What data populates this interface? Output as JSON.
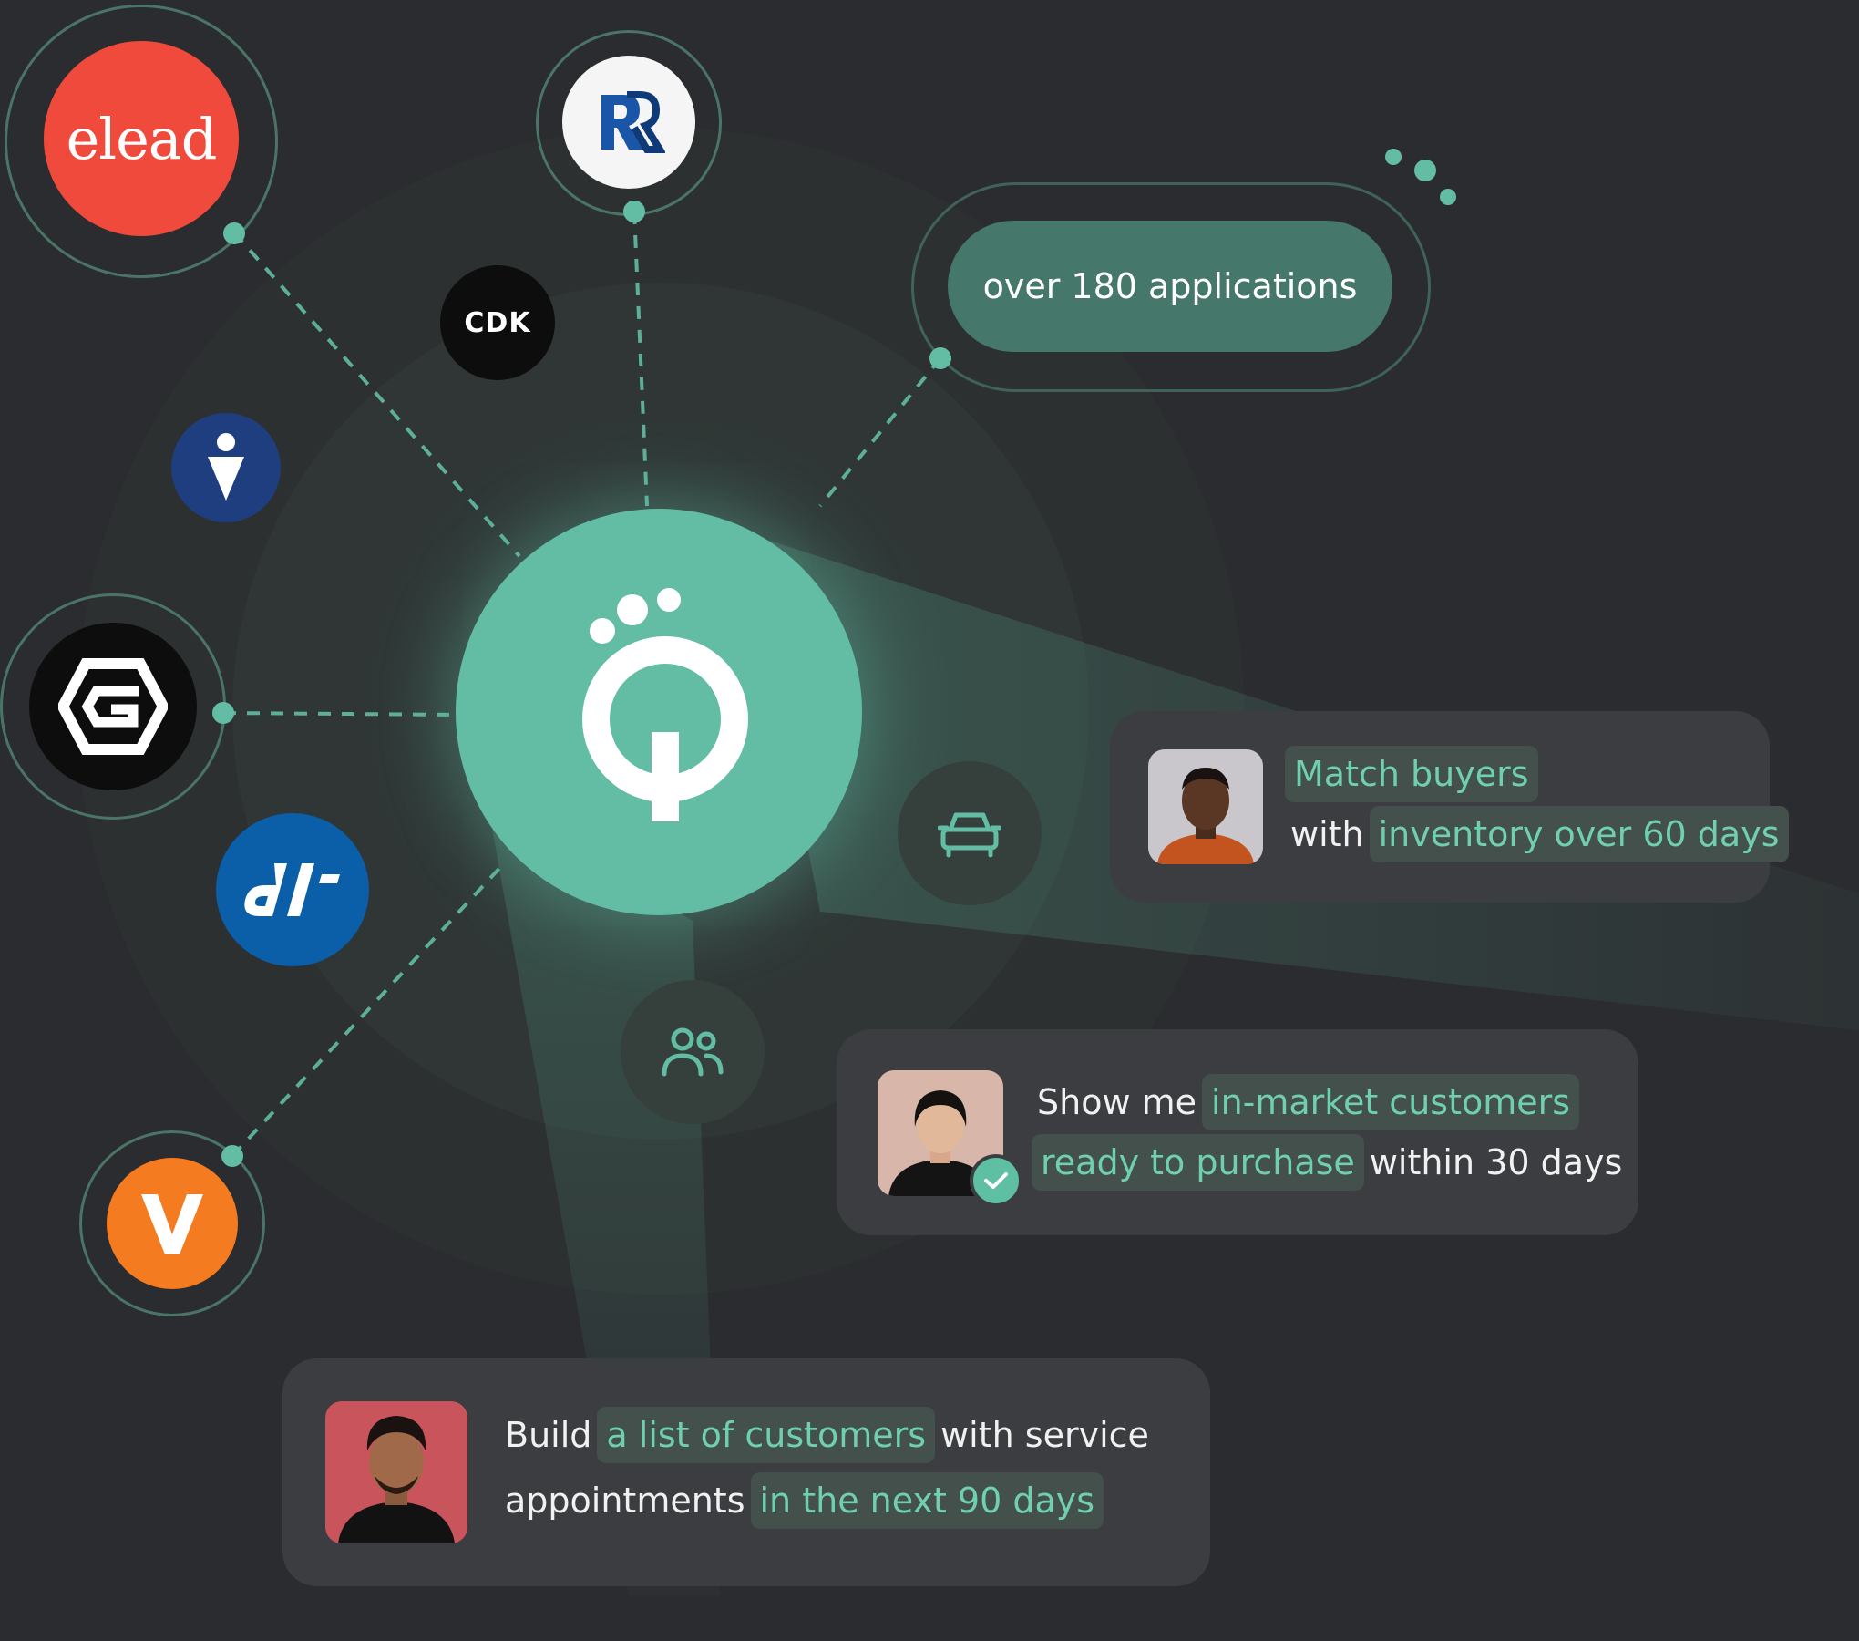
{
  "colors": {
    "background": "#2b2c2f",
    "accent": "#63bda5",
    "card": "#3b3d40",
    "highlight_text": "#6fcfb0"
  },
  "hub": {
    "icon": "q-brand-icon"
  },
  "integrations": [
    {
      "name": "elead",
      "label": "elead",
      "color": "#f04a3c"
    },
    {
      "name": "reynolds",
      "icon": "r-logo-icon",
      "color": "#f5f5f5"
    },
    {
      "name": "cdk",
      "label": "CDK",
      "color": "#0d0d0d"
    },
    {
      "name": "info-logo",
      "icon": "person-pin-icon",
      "color": "#1f3e80"
    },
    {
      "name": "hexagon-logo",
      "icon": "hexagon-g-icon",
      "color": "#0d0d0d"
    },
    {
      "name": "dealer-logo",
      "icon": "dl-logo-icon",
      "color": "#0b5ea8"
    },
    {
      "name": "v-logo",
      "icon": "v-logo-icon",
      "color": "#f47b20"
    }
  ],
  "applications_pill": {
    "label": "over 180 applications"
  },
  "icons": {
    "car": "car-icon",
    "users": "users-icon",
    "check": "check-icon"
  },
  "cards": [
    {
      "name": "match-buyers",
      "line1": [
        {
          "text": "Match buyers",
          "hl": true
        }
      ],
      "line2": [
        {
          "text": "with",
          "hl": false
        },
        {
          "text": "inventory over 60 days",
          "hl": true
        }
      ]
    },
    {
      "name": "in-market",
      "line1": [
        {
          "text": "Show me",
          "hl": false
        },
        {
          "text": "in-market customers",
          "hl": true
        }
      ],
      "line2": [
        {
          "text": "ready to purchase",
          "hl": true
        },
        {
          "text": "within 30 days",
          "hl": false
        }
      ]
    },
    {
      "name": "service-list",
      "line1": [
        {
          "text": "Build",
          "hl": false
        },
        {
          "text": "a list of customers",
          "hl": true
        },
        {
          "text": "with service",
          "hl": false
        }
      ],
      "line2": [
        {
          "text": "appointments",
          "hl": false
        },
        {
          "text": "in the next 90 days",
          "hl": true
        }
      ]
    }
  ]
}
